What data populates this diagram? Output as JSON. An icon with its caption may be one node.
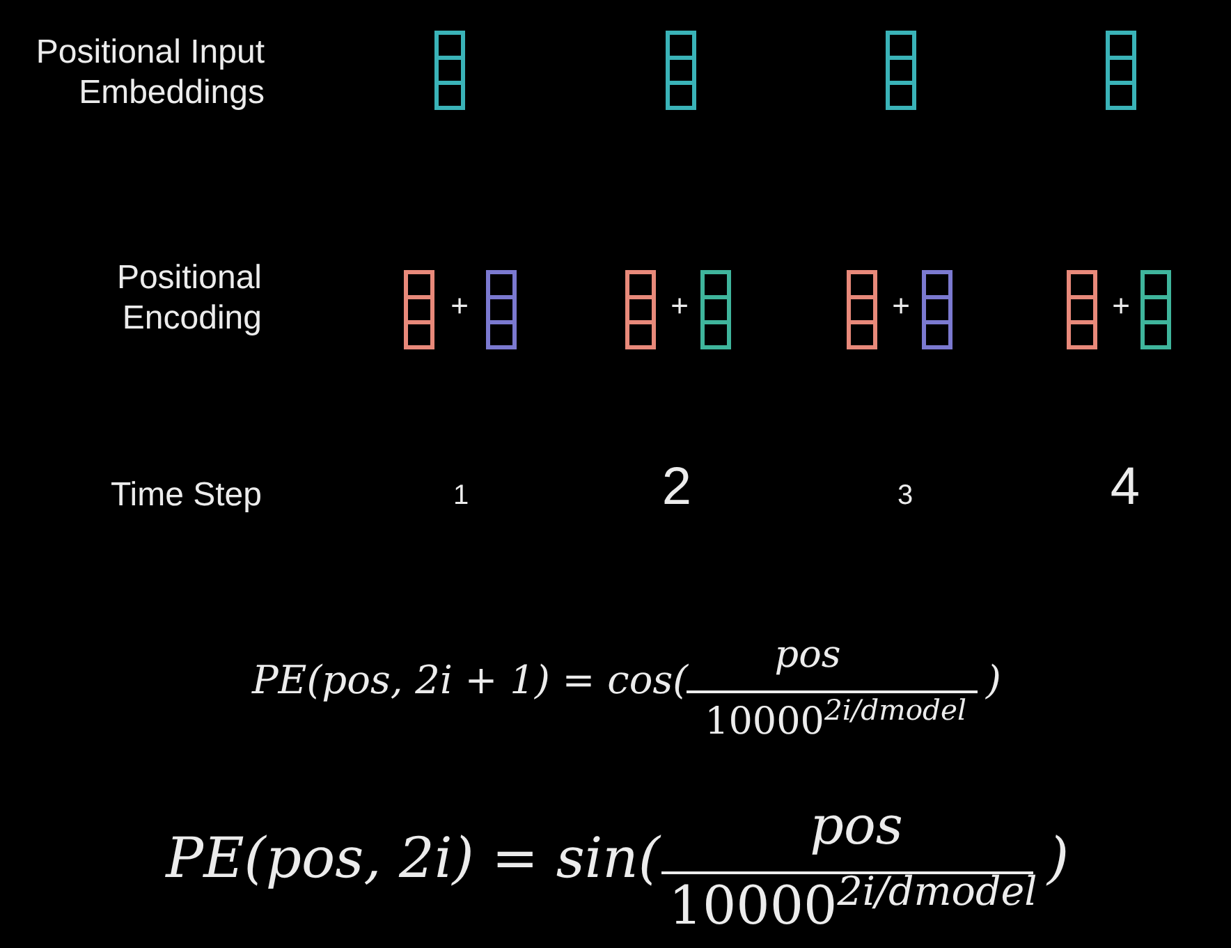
{
  "diagram": {
    "labels": [
      "Positional Input Embeddings",
      "Positional Encoding",
      "+",
      "+",
      "+",
      "+",
      "Time Step",
      "1",
      "2",
      "3",
      "4",
      "PE(pos, 2i + 1) = cos(",
      "pos",
      ")",
      "10000$^{2i/dmodel}$",
      "PE(pos, 2i) = sin(",
      "pos",
      ")",
      "10000$^{2i/dmodel}$"
    ]
  }
}
